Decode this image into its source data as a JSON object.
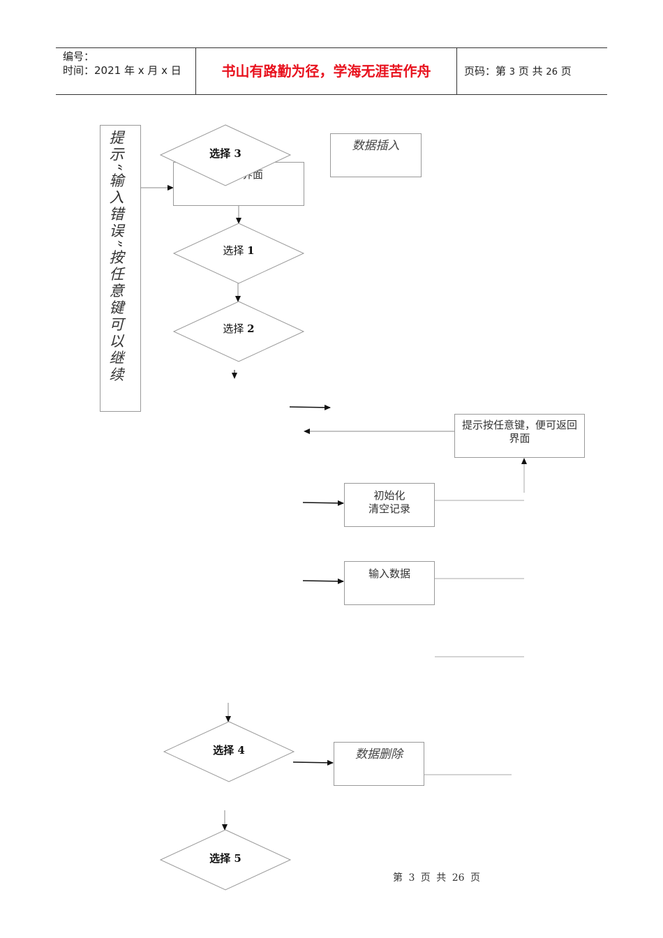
{
  "header": {
    "id_label": "编号：",
    "time_label": "时间：2021 年 x 月 x 日",
    "motto": "书山有路勤为径，学海无涯苦作舟",
    "page_label": "页码：第",
    "page_num": "3",
    "page_mid": "页 共",
    "page_total": "26",
    "page_end": "页"
  },
  "diagram": {
    "side_note": "提示“输入错误”按任意键可以继续",
    "box_main_menu": "界面",
    "box_insert": "数据插入",
    "box_return_hint": "提示按任意键，便可返回界面",
    "box_init_line1": "初始化",
    "box_init_line2": "清空记录",
    "box_input": "输入数据",
    "box_delete": "数据删除",
    "choice3_prefix": "选择",
    "choice3_num": "3",
    "choice1_prefix": "选择",
    "choice1_num": "1",
    "choice2_prefix": "选择",
    "choice2_num": "2",
    "choice4_prefix": "选择",
    "choice4_num": "4",
    "choice5_prefix": "选择",
    "choice5_num": "5"
  },
  "footer": {
    "text": "第 3 页 共 26 页"
  }
}
